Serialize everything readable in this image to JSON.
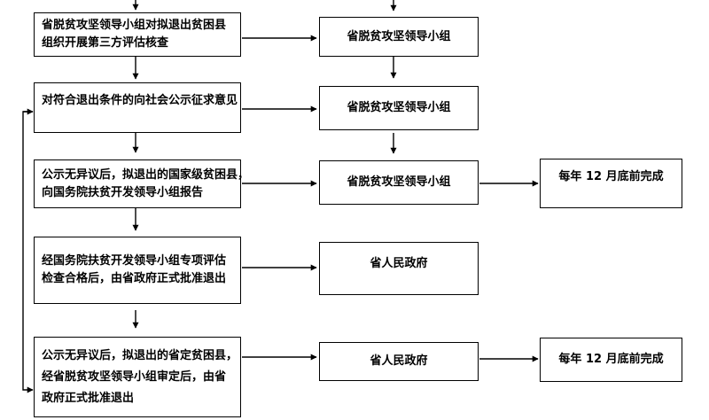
{
  "left_steps": [
    {
      "lines": [
        "省脱贫攻坚领导小组对拟退出贫困县",
        "组织开展第三方评估核查"
      ]
    },
    {
      "lines": [
        "对符合退出条件的向社会公示征求意见"
      ]
    },
    {
      "lines": [
        "公示无异议后，拟退出的国家级贫困县，",
        "向国务院扶贫开发领导小组报告"
      ]
    },
    {
      "lines": [
        "经国务院扶贫开发领导小组专项评估",
        "检查合格后，由省政府正式批准退出"
      ]
    },
    {
      "lines": [
        "公示无异议后，拟退出的省定贫困县，",
        "经省脱贫攻坚领导小组审定后，由省",
        "政府正式批准退出"
      ]
    }
  ],
  "middle_nodes": [
    {
      "label": "省脱贫攻坚领导小组"
    },
    {
      "label": "省脱贫攻坚领导小组"
    },
    {
      "label": "省脱贫攻坚领导小组"
    },
    {
      "label": "省人民政府"
    },
    {
      "label": "省人民政府"
    }
  ],
  "deadline_nodes": [
    {
      "label": "每年 12 月底前完成"
    },
    {
      "label": "每年 12 月底前完成"
    }
  ]
}
